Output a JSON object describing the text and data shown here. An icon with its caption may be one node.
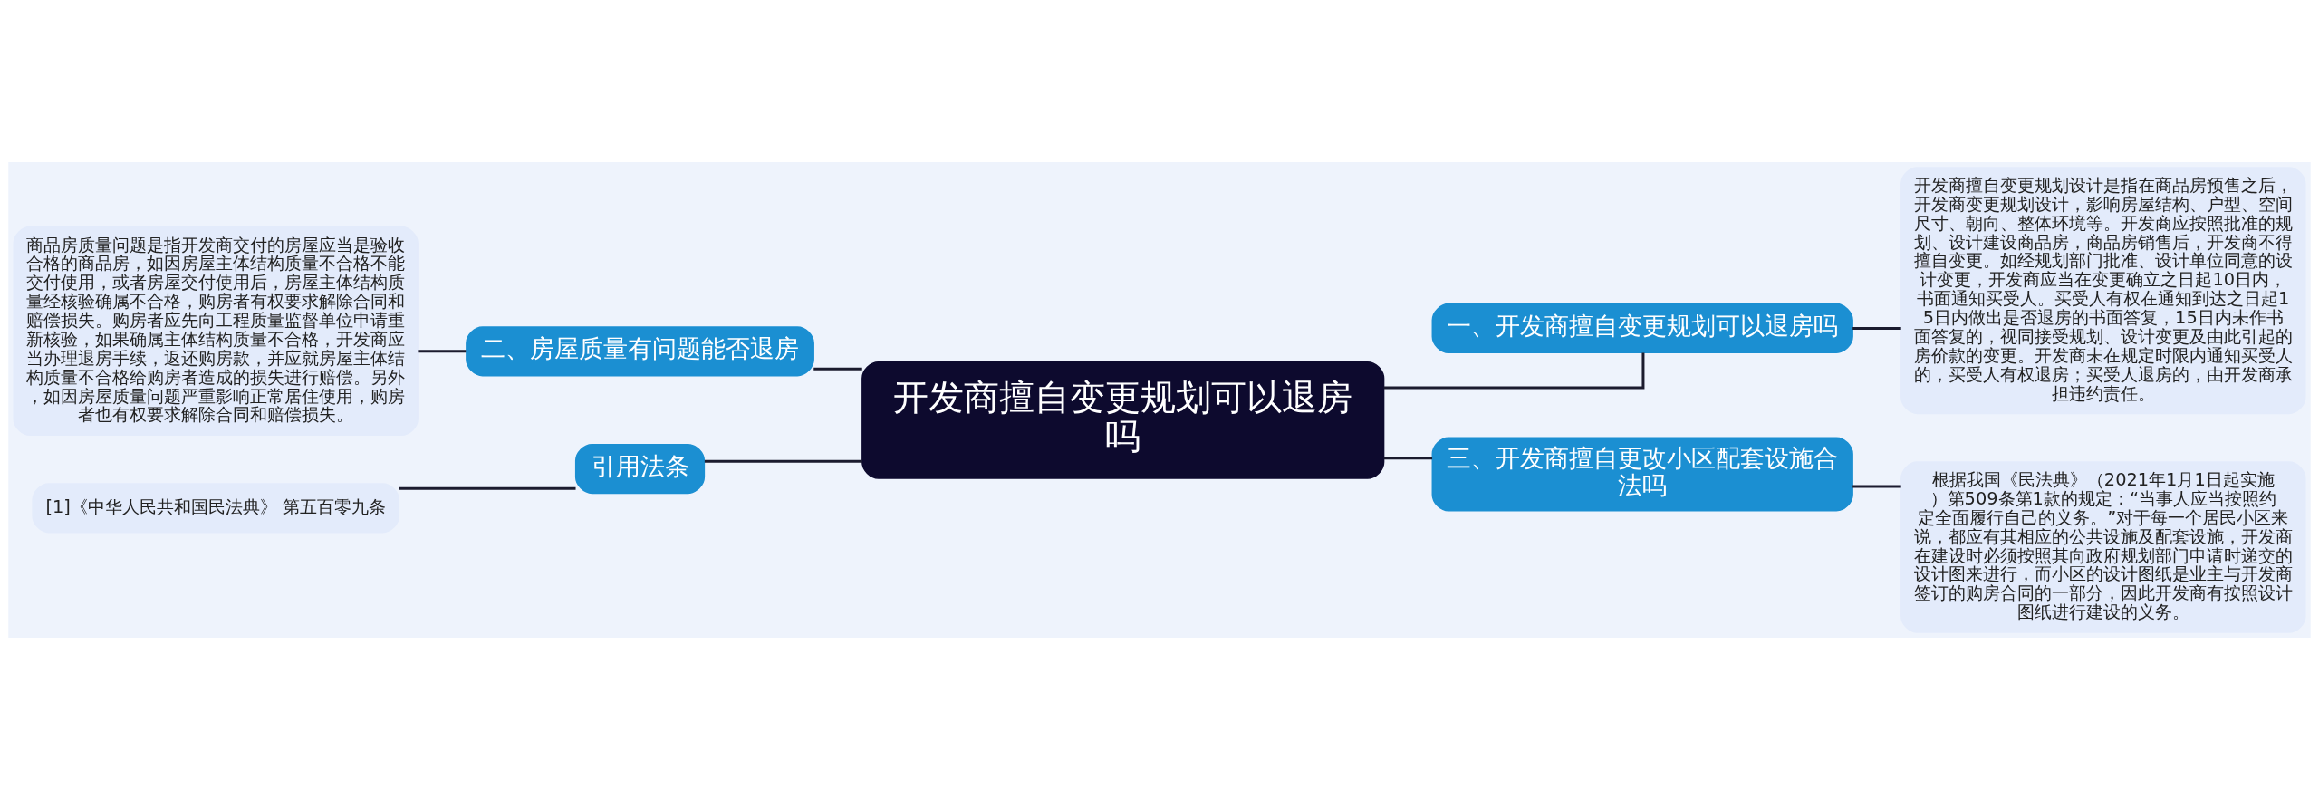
{
  "diagram": {
    "nodes": [
      {
        "text": [
          "开发商擅自变更规划可以退房吗"
        ]
      },
      {
        "text": [
          "一、开发商擅自变更规划可以退房吗"
        ]
      },
      {
        "text": [
          "开发商擅自变更规划设计是指在商品房预售之后，开发商变更规划设计，影响房屋结构、户型、空间尺寸、朝向、整体环境等。开发商应按照批准的规划、设计建设商品房，商品房销售后，开发商不得擅自变更。如经规划部门批准、设计单位同意的设计变更，开发商应当在变更确立之日起10日内，书面通知买受人。买受人有权在通知到达之日起15日内做出是否退房的书面答复，15日内未作书面答复的，视同接受规划、设计变更及由此引起的房价款的变更。开发商未在规定时限内通知买受人的，买受人有权退房；买受人退房的，由开发商承担违约责任。"
        ]
      },
      {
        "text": [
          "三、开发商擅自更改小区配套设施合法吗"
        ]
      },
      {
        "text": [
          "根据我国《民法典》（2021年1月1日起实施）第509条第1款的规定：“当事人应当按照约定全面履行自己的义务。”对于每一个居民小区来说，都应有其相应的公共设施及配套设施，开发商在建设时必须按照其向政府规划部门申请时递交的设计图来进行，而小区的设计图纸是业主与开发商签订的购房合同的一部分，因此开发商有按照设计图纸进行建设的义务。"
        ]
      },
      {
        "text": [
          "二、房屋质量有问题能否退房"
        ]
      },
      {
        "text": [
          "商品房质量问题是指开发商交付的房屋应当是验收合格的商品房，如因房屋主体结构质量不合格不能交付使用，或者房屋交付使用后，房屋主体结构质量经核验确属不合格，购房者有权要求解除合同和赔偿损失。购房者应先向工程质量监督单位申请重新核验，如果确属主体结构质量不合格，开发商应当办理退房手续，返还购房款，并应就房屋主体结构质量不合格给购房者造成的损失进行赔偿。另外，如因房屋质量问题严重影响正常居住使用，购房者也有权要求解除合同和赔偿损失。"
        ]
      },
      {
        "text": [
          "引用法条"
        ]
      },
      {
        "text": [
          "[1]《中华人民共和国民法典》 第五百零九条"
        ]
      }
    ],
    "edges": [
      {
        "from": 0,
        "to": 1,
        "arrow": "none"
      },
      {
        "from": 1,
        "to": 2,
        "arrow": "none"
      },
      {
        "from": 0,
        "to": 3,
        "arrow": "none"
      },
      {
        "from": 3,
        "to": 4,
        "arrow": "none"
      },
      {
        "from": 0,
        "to": 5,
        "arrow": "none"
      },
      {
        "from": 5,
        "to": 6,
        "arrow": "none"
      },
      {
        "from": 0,
        "to": 7,
        "arrow": "none"
      },
      {
        "from": 7,
        "to": 8,
        "arrow": "none"
      }
    ]
  }
}
